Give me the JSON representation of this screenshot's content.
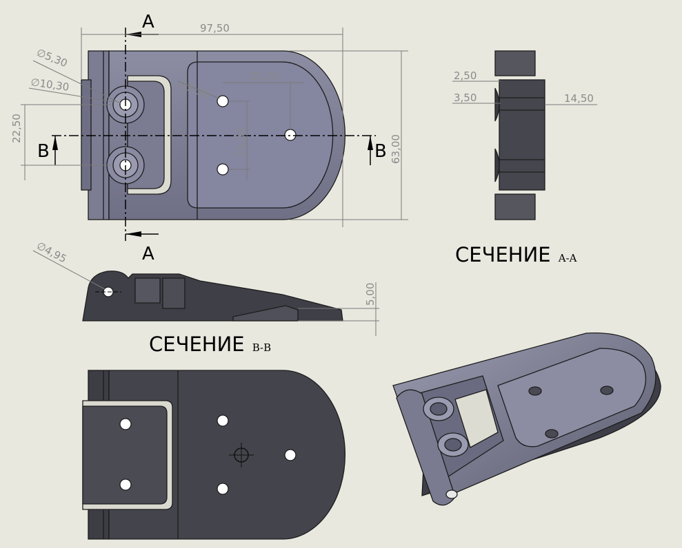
{
  "top_view": {
    "dimensions": {
      "overall_width": "97,50",
      "overall_height": "63,00",
      "hole_spacing_vertical": "22,50",
      "diam_5_30_a": "∅5,30",
      "diam_10_30": "∅10,30",
      "diam_5_30_b": "∅5,30",
      "hole_offset_h": "25,00",
      "hole_offset_v": "25,00"
    },
    "section_a_label": "A",
    "section_b_label": "B"
  },
  "section_aa": {
    "title_main": "СЕЧЕНИЕ",
    "title_sub": "A-A",
    "dimensions": {
      "d1": "2,50",
      "d2": "3,50",
      "d3": "14,50"
    }
  },
  "section_bb": {
    "title_main": "СЕЧЕНИЕ",
    "title_sub": "B-B",
    "dimensions": {
      "diam": "∅4,95",
      "height": "5,00"
    }
  },
  "colors": {
    "background": "#e8e8df",
    "part_light": "#7e7f96",
    "part_dark": "#46464e",
    "edge": "#1c1c1c",
    "dimension": "#8a8a8a"
  }
}
